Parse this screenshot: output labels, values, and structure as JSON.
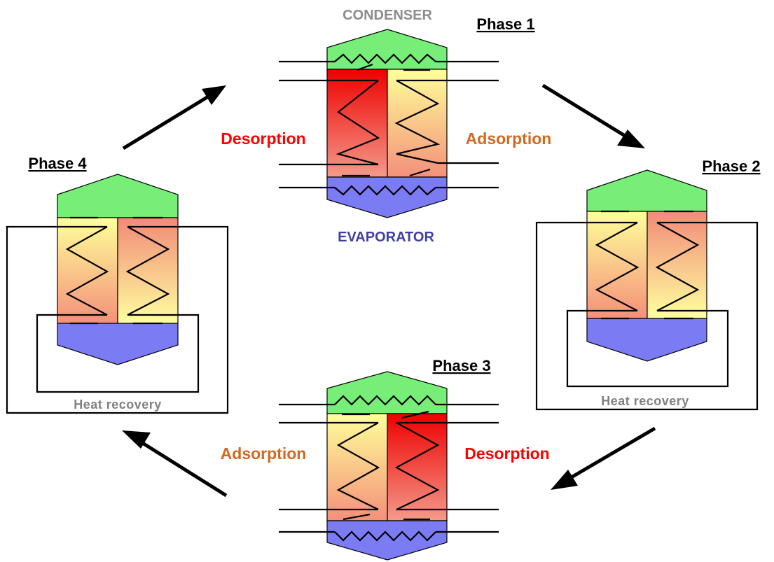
{
  "labels": {
    "condenser": "CONDENSER",
    "evaporator": "EVAPORATOR"
  },
  "phases": [
    {
      "title": "Phase 1",
      "left_label": "Desorption",
      "right_label": "Adsorption"
    },
    {
      "title": "Phase 2",
      "footer": "Heat recovery"
    },
    {
      "title": "Phase 3",
      "left_label": "Adsorption",
      "right_label": "Desorption"
    },
    {
      "title": "Phase 4",
      "footer": "Heat recovery"
    }
  ],
  "colors": {
    "condenser": "#77ee77",
    "evaporator": "#7b7bf4",
    "hot": "#ee1111",
    "cool": "#ffff99",
    "medium": "#f28c7a",
    "desorption_text": "#ff0000",
    "adsorption_text": "#d2691e",
    "condenser_text": "#8c8c8c",
    "evaporator_text": "#3f3fa6"
  }
}
